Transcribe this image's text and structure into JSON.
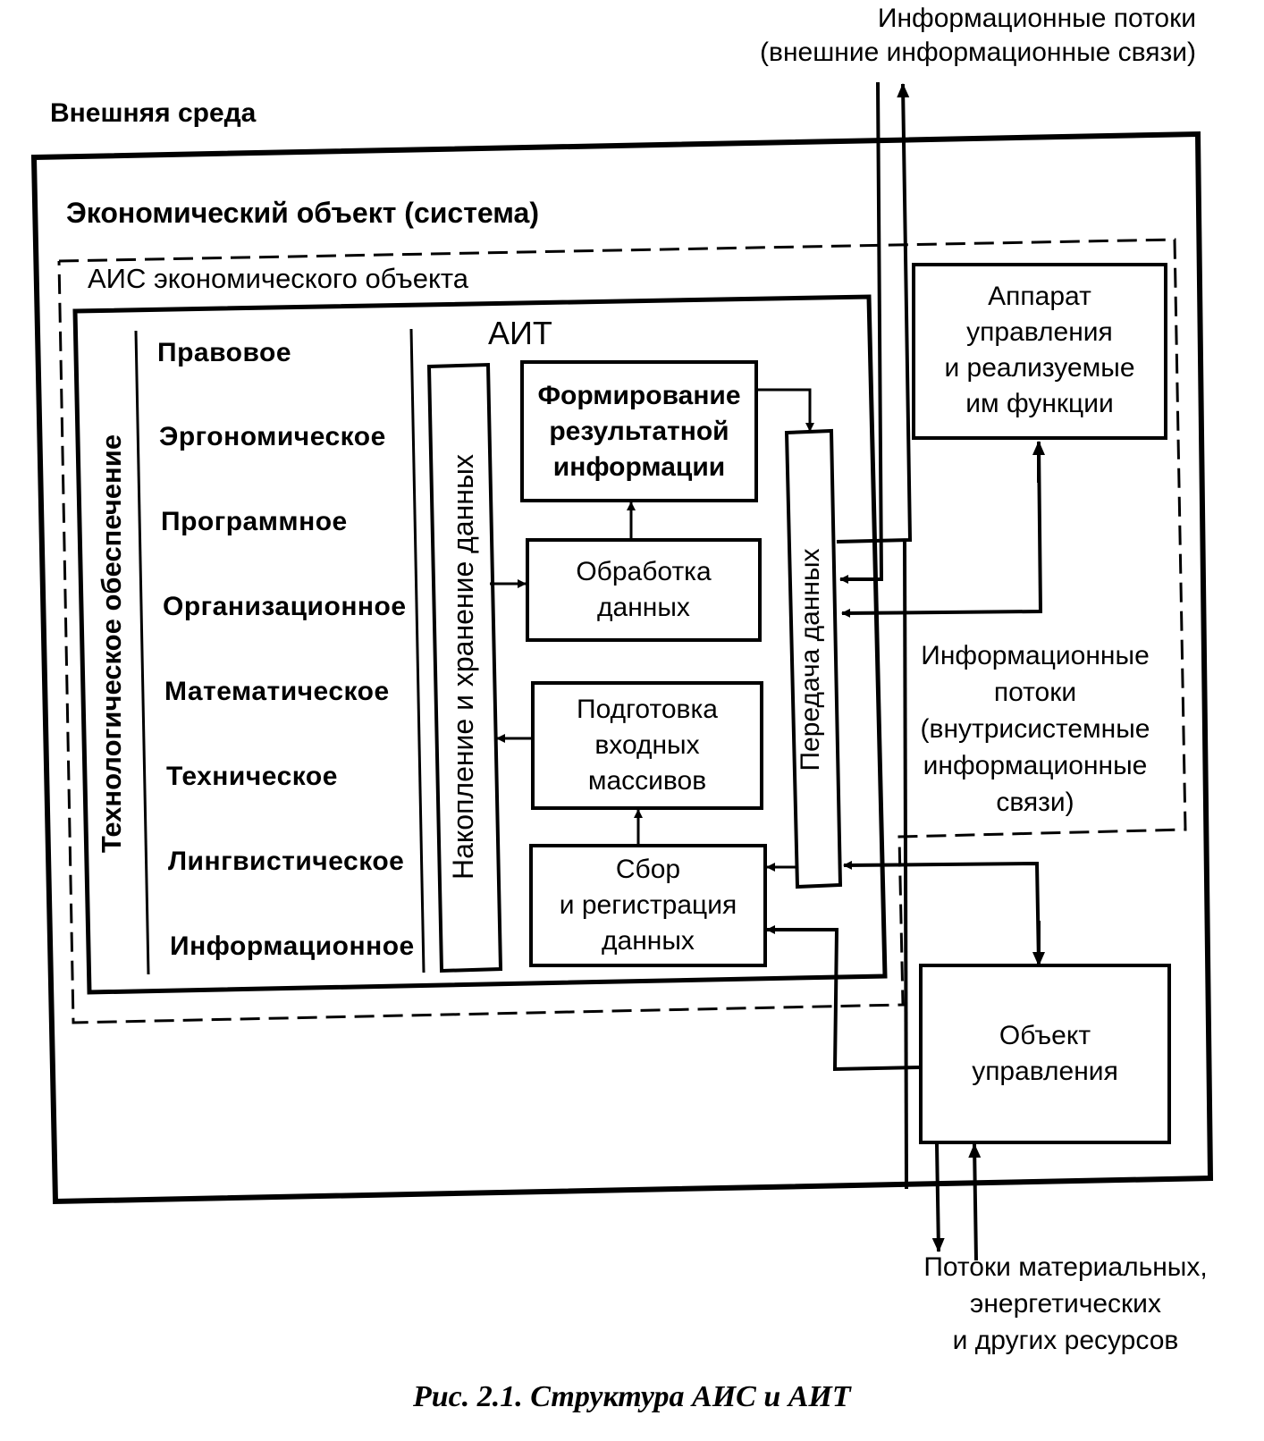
{
  "external": {
    "env_label": "Внешняя среда",
    "info_flows_external_line1": "Информационные потоки",
    "info_flows_external_line2": "(внешние информационные связи)"
  },
  "economic_object": {
    "title": "Экономический объект (система)"
  },
  "ais": {
    "title": "АИС экономического объекта",
    "tech_support_label": "Технологическое обеспечение",
    "support_types": [
      "Правовое",
      "Эргономическое",
      "Программное",
      "Организационное",
      "Математическое",
      "Техническое",
      "Лингвистическое",
      "Информационное"
    ]
  },
  "ait": {
    "title": "АИТ",
    "storage_label": "Накопление и хранение данных",
    "transfer_label": "Передача данных",
    "blocks": {
      "formation": "Формирование\nрезультатной\nинформации",
      "processing": "Обработка\nданных",
      "preparation": "Подготовка\nвходных\nмассивов",
      "collection": "Сбор\nи регистрация\nданных"
    }
  },
  "management": {
    "apparatus": "Аппарат\nуправления\nи реализуемые\nим функции",
    "internal_flows": "Информационные\nпотоки\n(внутрисистемные\nинформационные\nсвязи)",
    "object": "Объект\nуправления"
  },
  "resources": {
    "label": "Потоки материальных,\nэнергетических\nи других ресурсов"
  },
  "caption": "Рис. 2.1. Структура АИС и АИТ"
}
